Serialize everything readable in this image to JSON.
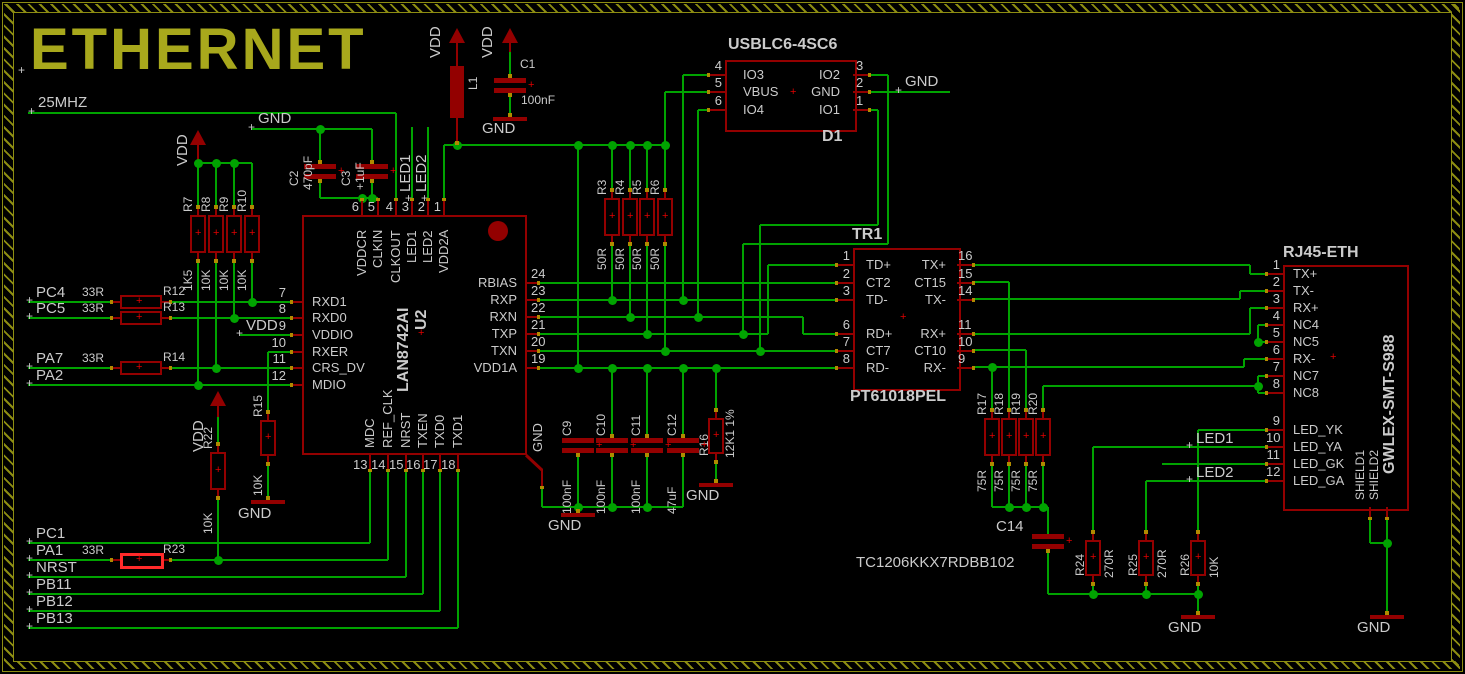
{
  "title": "ETHERNET",
  "colors": {
    "wire": "#00a300",
    "component": "#930000",
    "highlight": "#ff2a2a",
    "title_text": "#a8a81c",
    "label_text": "#cbcbcb",
    "frame": "#8d8d12"
  },
  "nets": {
    "CLK": "25MHZ",
    "PC4": "PC4",
    "PC5": "PC5",
    "PA7": "PA7",
    "PA2": "PA2",
    "PC1": "PC1",
    "PA1": "PA1",
    "NRST": "NRST",
    "PB11": "PB11",
    "PB12": "PB12",
    "PB13": "PB13",
    "VDD": "VDD",
    "GND": "GND",
    "LED1": "LED1",
    "LED2": "LED2"
  },
  "parts": {
    "R3": {
      "ref": "R3",
      "value": "50R"
    },
    "R4": {
      "ref": "R4",
      "value": "50R"
    },
    "R5": {
      "ref": "R5",
      "value": "50R"
    },
    "R6": {
      "ref": "R6",
      "value": "50R"
    },
    "R7": {
      "ref": "R7",
      "value": "1K5"
    },
    "R8": {
      "ref": "R8",
      "value": "10K"
    },
    "R9": {
      "ref": "R9",
      "value": "10K"
    },
    "R10": {
      "ref": "R10",
      "value": "10K"
    },
    "R12": {
      "ref": "R12",
      "value": "33R"
    },
    "R13": {
      "ref": "R13",
      "value": "33R"
    },
    "R14": {
      "ref": "R14",
      "value": "33R"
    },
    "R15": {
      "ref": "R15",
      "value": "10K"
    },
    "R16": {
      "ref": "R16",
      "value": "12K1 1%"
    },
    "R17": {
      "ref": "R17",
      "value": "75R"
    },
    "R18": {
      "ref": "R18",
      "value": "75R"
    },
    "R19": {
      "ref": "R19",
      "value": "75R"
    },
    "R20": {
      "ref": "R20",
      "value": "75R"
    },
    "R22": {
      "ref": "R22",
      "value": "10K"
    },
    "R23": {
      "ref": "R23",
      "value": "33R"
    },
    "R24": {
      "ref": "R24",
      "value": "270R"
    },
    "R25": {
      "ref": "R25",
      "value": "270R"
    },
    "R26": {
      "ref": "R26",
      "value": "10K"
    },
    "C1": {
      "ref": "C1",
      "value": "100nF"
    },
    "C2": {
      "ref": "C2",
      "value": "470pF"
    },
    "C3": {
      "ref": "C3",
      "value": "+1uF"
    },
    "C9": {
      "ref": "C9",
      "value": "100nF"
    },
    "C10": {
      "ref": "C10",
      "value": "100nF"
    },
    "C11": {
      "ref": "C11",
      "value": "100nF"
    },
    "C12": {
      "ref": "C12",
      "value": "47uF"
    },
    "C14": {
      "ref": "C14",
      "value": "TC1206KKX7RDBB102"
    },
    "L1": {
      "ref": "L1"
    }
  },
  "ics": {
    "u2": {
      "ref": "U2",
      "part": "LAN8742AI",
      "pad": "GND",
      "pins_left": [
        {
          "num": "7",
          "name": "RXD1"
        },
        {
          "num": "8",
          "name": "RXD0"
        },
        {
          "num": "9",
          "name": "VDDIO"
        },
        {
          "num": "10",
          "name": "RXER"
        },
        {
          "num": "11",
          "name": "CRS_DV"
        },
        {
          "num": "12",
          "name": "MDIO"
        }
      ],
      "pins_right": [
        {
          "num": "24",
          "name": "RBIAS"
        },
        {
          "num": "23",
          "name": "RXP"
        },
        {
          "num": "22",
          "name": "RXN"
        },
        {
          "num": "21",
          "name": "TXP"
        },
        {
          "num": "20",
          "name": "TXN"
        },
        {
          "num": "19",
          "name": "VDD1A"
        }
      ],
      "pins_top": [
        {
          "num": "6",
          "name": "VDDCR"
        },
        {
          "num": "5",
          "name": "CLKIN"
        },
        {
          "num": "4",
          "name": "CLKOUT"
        },
        {
          "num": "3",
          "name": "LED1"
        },
        {
          "num": "2",
          "name": "LED2"
        },
        {
          "num": "1",
          "name": "VDD2A"
        }
      ],
      "pins_bottom": [
        {
          "num": "13",
          "name": "MDC"
        },
        {
          "num": "14",
          "name": "REF_CLK"
        },
        {
          "num": "15",
          "name": "NRST"
        },
        {
          "num": "16",
          "name": "TXEN"
        },
        {
          "num": "17",
          "name": "TXD0"
        },
        {
          "num": "18",
          "name": "TXD1"
        }
      ]
    },
    "d1": {
      "ref": "D1",
      "part": "USBLC6-4SC6",
      "pins_left": [
        {
          "num": "4",
          "name": "IO3"
        },
        {
          "num": "5",
          "name": "VBUS"
        },
        {
          "num": "6",
          "name": "IO4"
        }
      ],
      "pins_right": [
        {
          "num": "3",
          "name": "IO2"
        },
        {
          "num": "2",
          "name": "GND"
        },
        {
          "num": "1",
          "name": "IO1"
        }
      ]
    },
    "tr1": {
      "ref": "TR1",
      "part": "PT61018PEL",
      "pins_left": [
        {
          "num": "1",
          "name": "TD+"
        },
        {
          "num": "2",
          "name": "CT2"
        },
        {
          "num": "3",
          "name": "TD-"
        },
        {
          "num": "6",
          "name": "RD+"
        },
        {
          "num": "7",
          "name": "CT7"
        },
        {
          "num": "8",
          "name": "RD-"
        }
      ],
      "pins_right": [
        {
          "num": "16",
          "name": "TX+"
        },
        {
          "num": "15",
          "name": "CT15"
        },
        {
          "num": "14",
          "name": "TX-"
        },
        {
          "num": "11",
          "name": "RX+"
        },
        {
          "num": "10",
          "name": "CT10"
        },
        {
          "num": "9",
          "name": "RX-"
        }
      ]
    },
    "rj45": {
      "title": "RJ45-ETH",
      "part": "GWLEX-SMT-S988",
      "pins": [
        {
          "num": "1",
          "name": "TX+"
        },
        {
          "num": "2",
          "name": "TX-"
        },
        {
          "num": "3",
          "name": "RX+"
        },
        {
          "num": "4",
          "name": "NC4"
        },
        {
          "num": "5",
          "name": "NC5"
        },
        {
          "num": "6",
          "name": "RX-"
        },
        {
          "num": "7",
          "name": "NC7"
        },
        {
          "num": "8",
          "name": "NC8"
        },
        {
          "num": "9",
          "name": "LED_YK"
        },
        {
          "num": "10",
          "name": "LED_YA"
        },
        {
          "num": "11",
          "name": "LED_GK"
        },
        {
          "num": "12",
          "name": "LED_GA"
        }
      ],
      "shield": [
        {
          "name": "SHIELD1"
        },
        {
          "name": "SHIELD2"
        }
      ]
    }
  }
}
